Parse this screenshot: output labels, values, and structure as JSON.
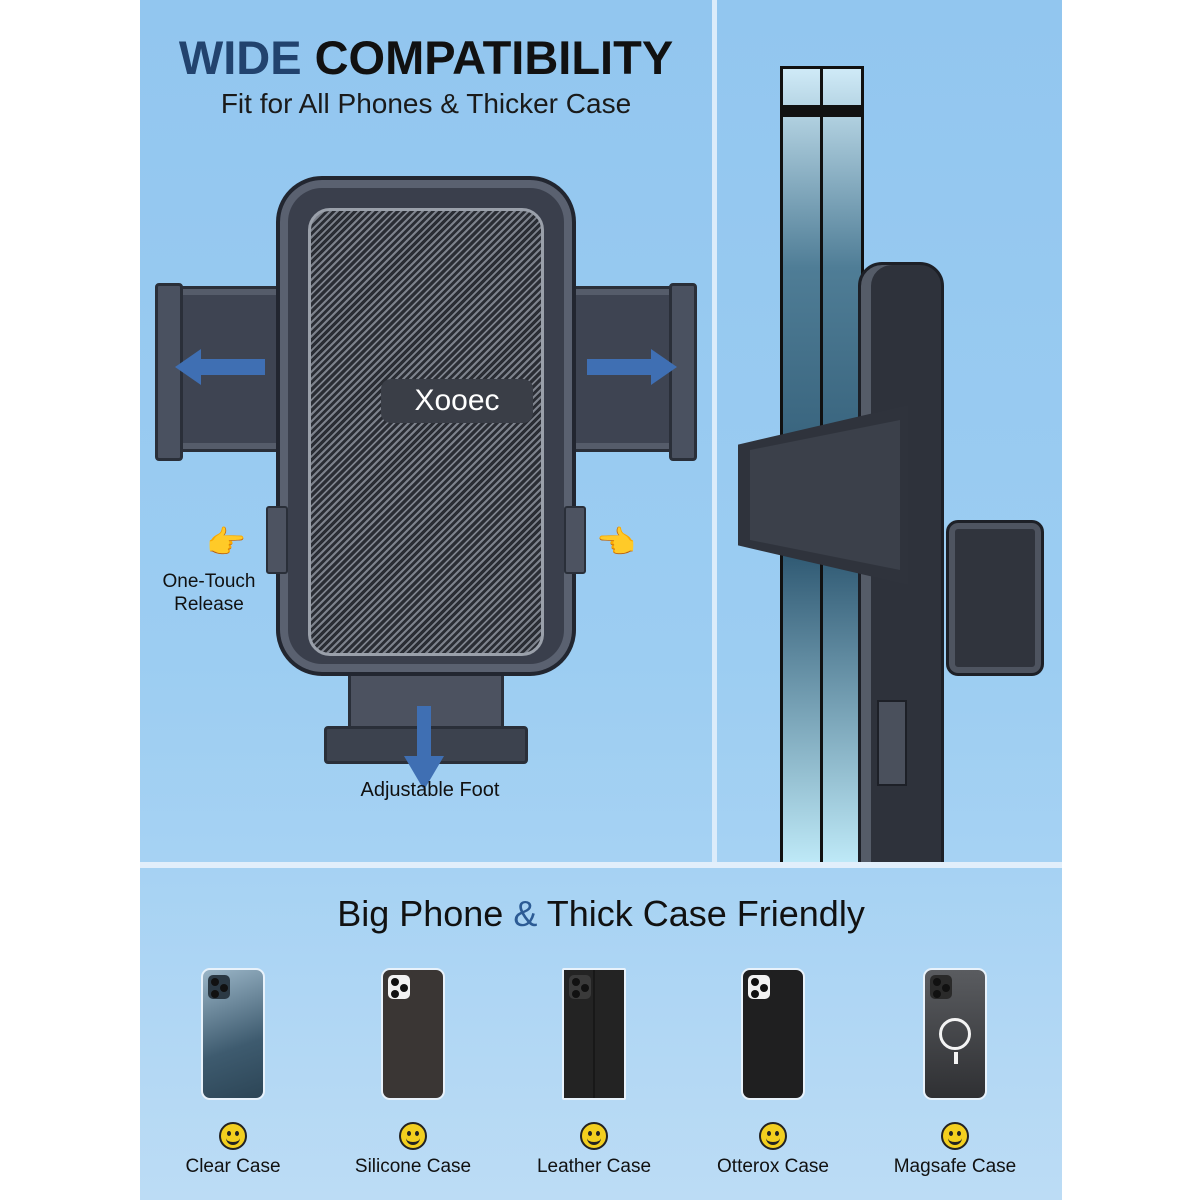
{
  "header": {
    "title_accent": "WIDE",
    "title_rest": "COMPATIBILITY",
    "subtitle": "Fit for All Phones & Thicker Case"
  },
  "holder": {
    "brand": "Xooec",
    "release_label_line1": "One-Touch",
    "release_label_line2": "Release",
    "foot_label": "Adjustable Foot",
    "icons": {
      "release_pointer": "👉",
      "release_pointer_left": "👈"
    }
  },
  "cases_section": {
    "title_part1": "Big Phone",
    "title_amp": "&",
    "title_part2": "Thick Case Friendly",
    "items": [
      {
        "label": "Clear Case",
        "color": "#3e5b6f",
        "camera": "#2b3944"
      },
      {
        "label": "Silicone Case",
        "color": "#3a3634",
        "camera": "#f2f2f2"
      },
      {
        "label": "Leather Case",
        "color": "#232323",
        "camera": "#3a3a3a"
      },
      {
        "label": "Otterox Case",
        "color": "#1f1f20",
        "camera": "#f2f2f2"
      },
      {
        "label": "Magsafe Case",
        "color": "#2f3033",
        "camera": "#2a2a2a"
      }
    ]
  },
  "colors": {
    "background_top": "#92c6ef",
    "background_bottom": "#bcdcf5",
    "title_accent": "#22436e",
    "arrow": "#3f6fb3",
    "smiley": "#f3cf1e"
  }
}
